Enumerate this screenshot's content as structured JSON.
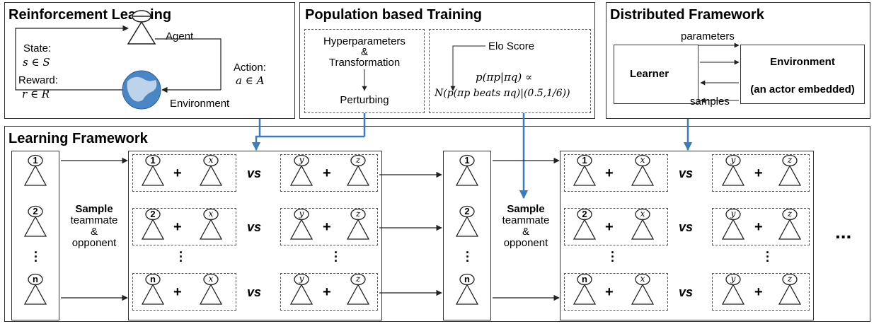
{
  "rl": {
    "title": "Reinforcement Learning",
    "agent": "Agent",
    "state_label": "State:",
    "state_math": "s ∈ S",
    "reward_label": "Reward:",
    "reward_math": "r ∈ R",
    "action_label": "Action:",
    "action_math": "a ∈ A",
    "environment": "Environment"
  },
  "pbt": {
    "title": "Population based Training",
    "hyper": "Hyperparameters",
    "amp": "&",
    "transform": "Transformation",
    "perturb": "Perturbing",
    "elo": "Elo Score",
    "formula1": "p(πp|πq) ∝",
    "formula2": "N(p(πp beats πq)|(0.5,1/6))"
  },
  "df": {
    "title": "Distributed Framework",
    "parameters": "parameters",
    "learner": "Learner",
    "environment": "Environment",
    "actor": "(an actor embedded)",
    "samples": "samples"
  },
  "lf": {
    "title": "Learning Framework",
    "sample": "Sample",
    "teammate": "teammate",
    "amp": "&",
    "opponent": "opponent",
    "vs": "vs",
    "plus": "+",
    "ellipsis": "..."
  },
  "ids": {
    "one": "1",
    "two": "2",
    "n": "n",
    "x": "x",
    "y": "y",
    "z": "z"
  },
  "colors": {
    "arrow_blue": "#3a7cc2",
    "line": "#222"
  }
}
